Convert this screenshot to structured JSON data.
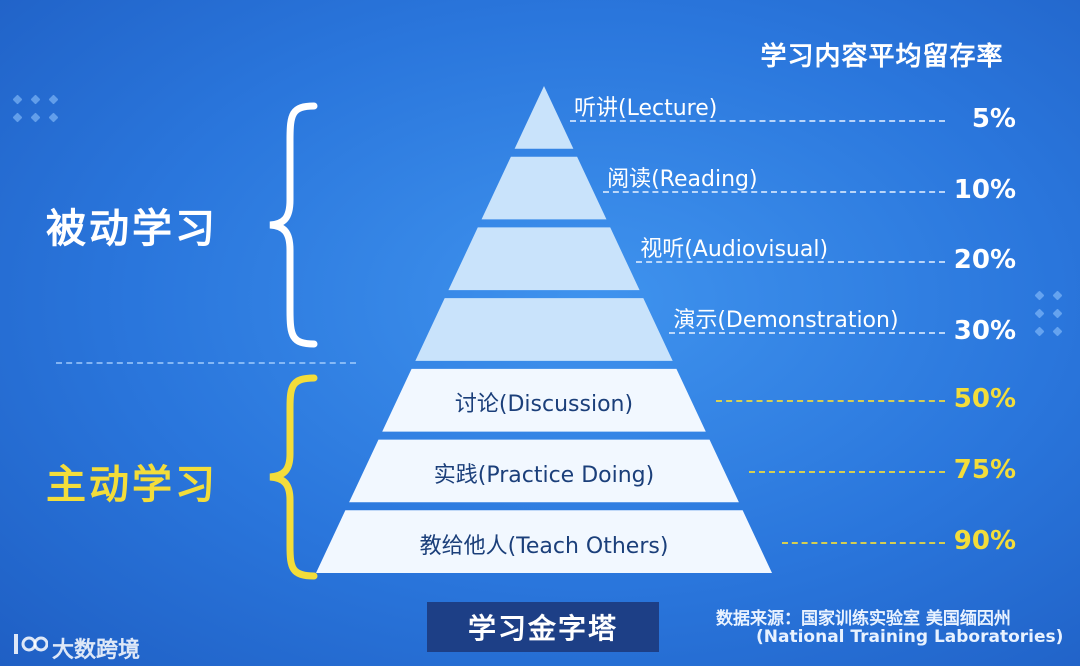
{
  "header": {
    "title": "学习内容平均留存率"
  },
  "groups": {
    "passive": {
      "label": "被动学习"
    },
    "active": {
      "label": "主动学习"
    }
  },
  "levels": [
    {
      "label": "听讲(Lecture)",
      "percent": "5%",
      "group": "passive"
    },
    {
      "label": "阅读(Reading)",
      "percent": "10%",
      "group": "passive"
    },
    {
      "label": "视听(Audiovisual)",
      "percent": "20%",
      "group": "passive"
    },
    {
      "label": "演示(Demonstration)",
      "percent": "30%",
      "group": "passive"
    },
    {
      "label": "讨论(Discussion)",
      "percent": "50%",
      "group": "active"
    },
    {
      "label": "实践(Practice Doing)",
      "percent": "75%",
      "group": "active"
    },
    {
      "label": "教给他人(Teach Others)",
      "percent": "90%",
      "group": "active"
    }
  ],
  "footer": {
    "title": "学习金字塔",
    "source_line1": "数据来源：国家训练实验室 美国缅因州",
    "source_line2": "(National Training Laboratories)"
  },
  "watermark": {
    "text": "大数跨境"
  },
  "colors": {
    "background": "#2a76dc",
    "passive_tier": "#c9e3fb",
    "active_tier": "#f2f8ff",
    "active_accent": "#f3dd3a",
    "title_box": "#1d3f86"
  }
}
